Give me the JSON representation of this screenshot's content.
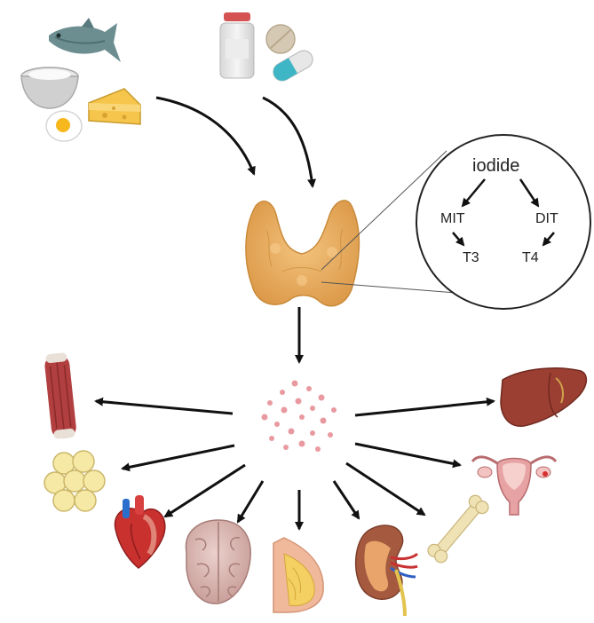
{
  "inset": {
    "root": "iodide",
    "left_mid": "MIT",
    "right_mid": "DIT",
    "left_out": "T3",
    "right_out": "T4"
  },
  "sources": [
    "fish",
    "salt",
    "egg",
    "cheese",
    "supplement-bottle",
    "tablet",
    "capsule"
  ],
  "gland": "thyroid",
  "targets": [
    "muscle",
    "adipose-tissue",
    "heart",
    "brain",
    "breast",
    "kidney",
    "bone",
    "uterus-ovaries",
    "liver"
  ]
}
